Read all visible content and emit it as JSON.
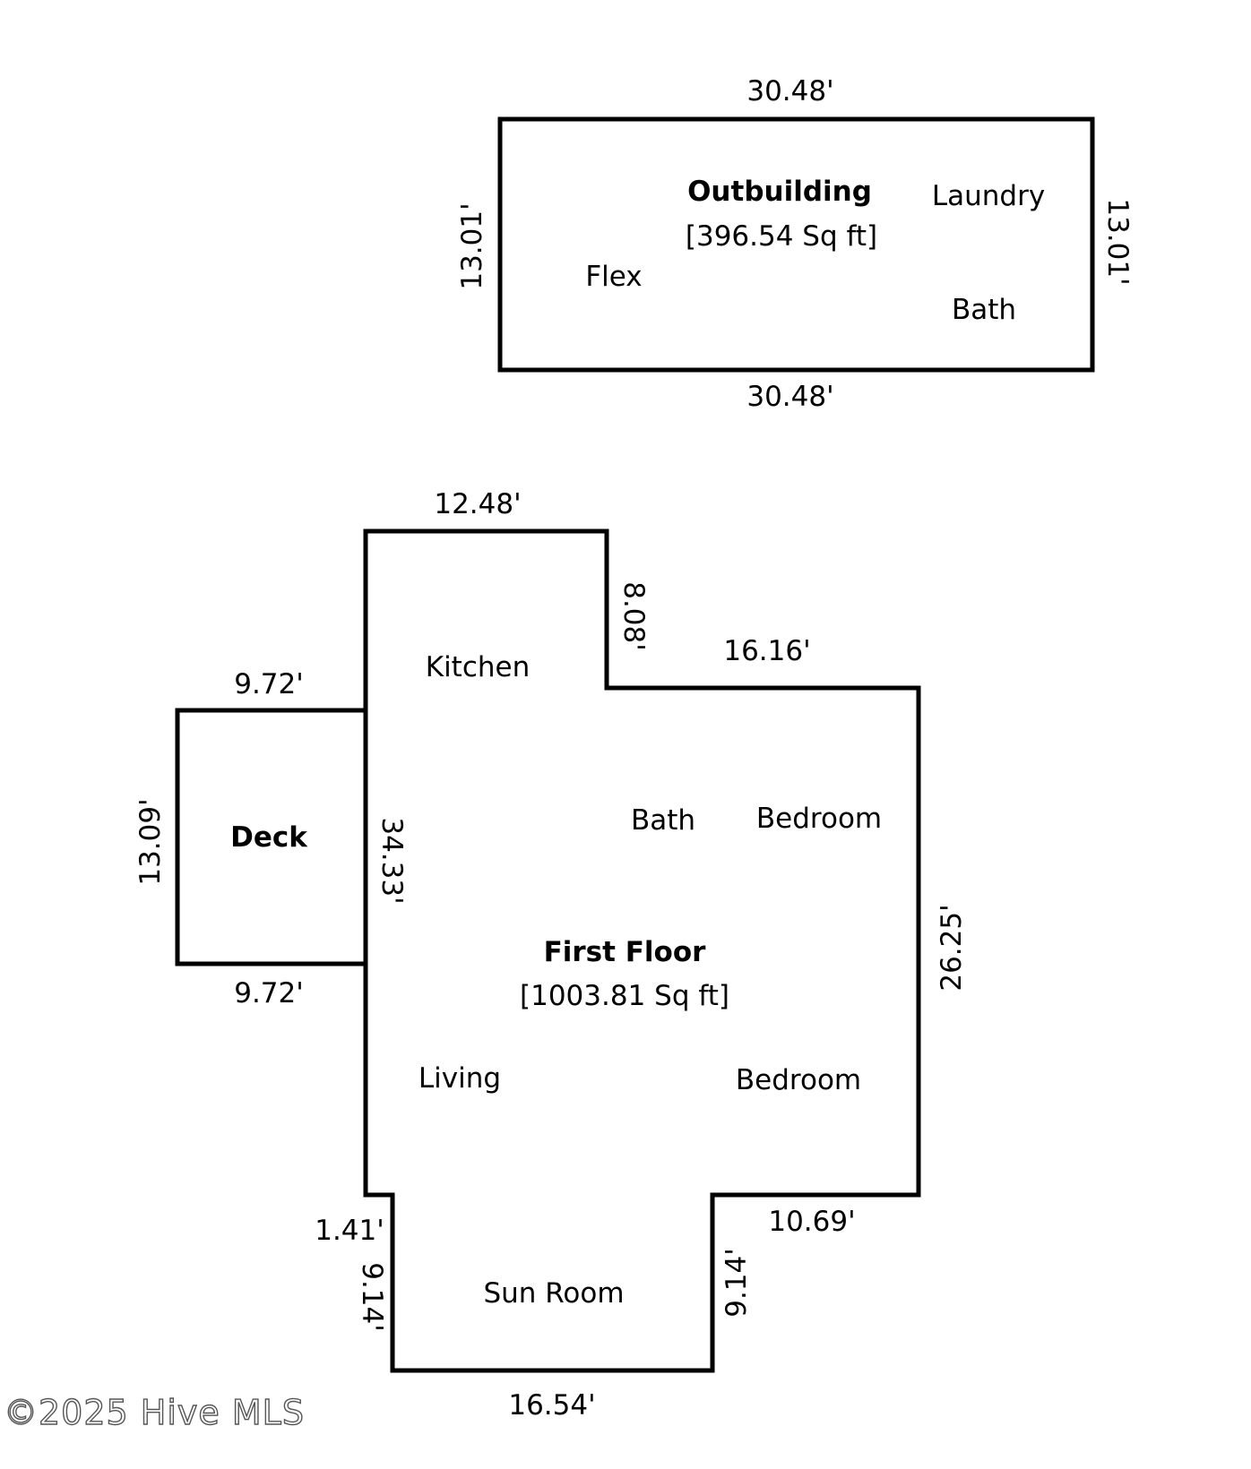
{
  "outbuilding": {
    "title": "Outbuilding",
    "area": "[396.54 Sq ft]",
    "rooms": {
      "flex": "Flex",
      "laundry": "Laundry",
      "bath": "Bath"
    },
    "dims": {
      "top": "30.48'",
      "bottom": "30.48'",
      "left": "13.01'",
      "right": "13.01'"
    }
  },
  "first_floor": {
    "title": "First Floor",
    "area": "[1003.81 Sq ft]",
    "rooms": {
      "kitchen": "Kitchen",
      "bath": "Bath",
      "bedroom_1": "Bedroom",
      "living": "Living",
      "bedroom_2": "Bedroom",
      "sun_room": "Sun Room"
    },
    "dims": {
      "top": "12.48'",
      "kitchen_step": "8.08'",
      "upper_right": "16.16'",
      "right": "26.25'",
      "lower_right": "10.69'",
      "sun_right": "9.14'",
      "sun_bottom": "16.54'",
      "sun_left": "9.14'",
      "sun_step": "1.41'",
      "inner_left": "34.33'"
    }
  },
  "deck": {
    "title": "Deck",
    "dims": {
      "top": "9.72'",
      "bottom": "9.72'",
      "left": "13.09'"
    }
  },
  "watermark": "©2025 Hive MLS"
}
